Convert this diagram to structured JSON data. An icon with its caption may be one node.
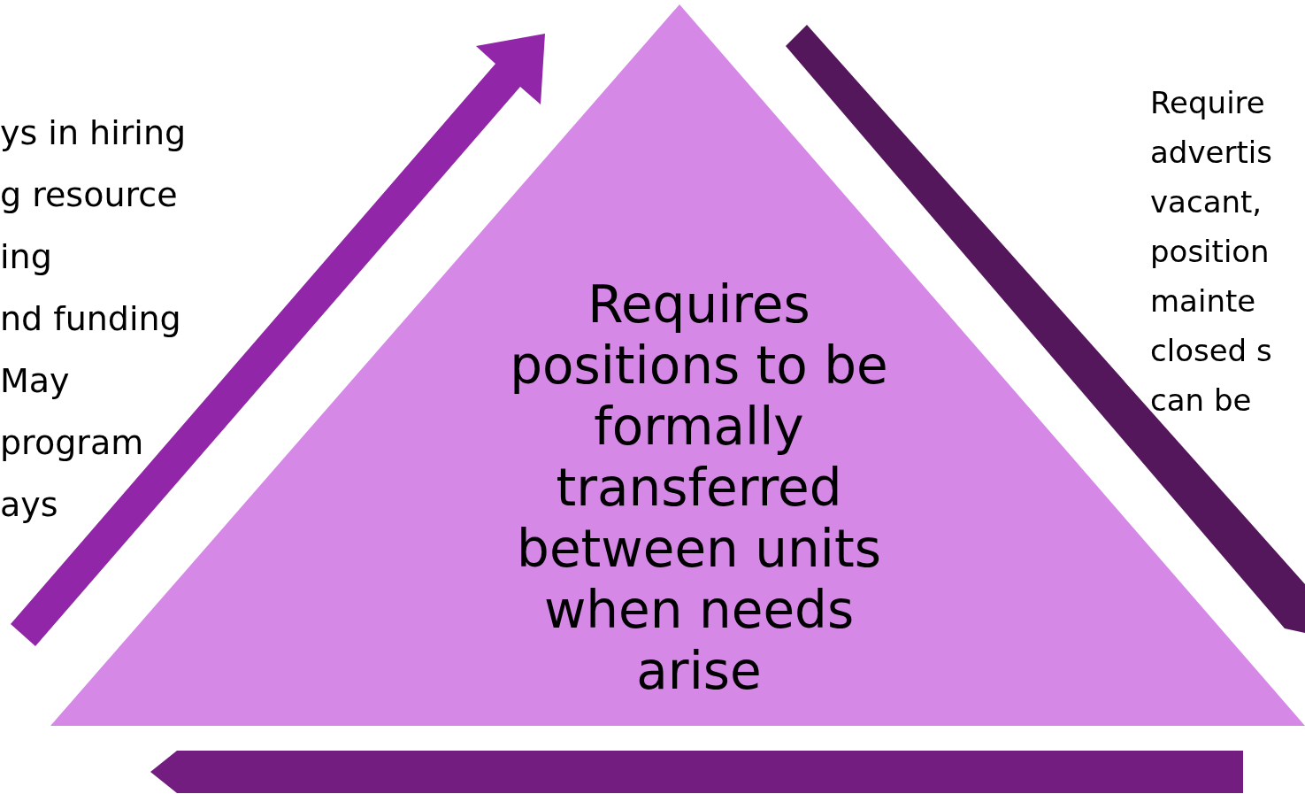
{
  "diagram": {
    "nodes": [
      {
        "text": [
          "Requires positions to be formally transferred between units when needs arise"
        ]
      }
    ],
    "edges": [],
    "labels": [
      "ys in hiring g resource ing nd funding May program ays",
      "Require advertis vacant, position mainte closed s can be"
    ]
  }
}
